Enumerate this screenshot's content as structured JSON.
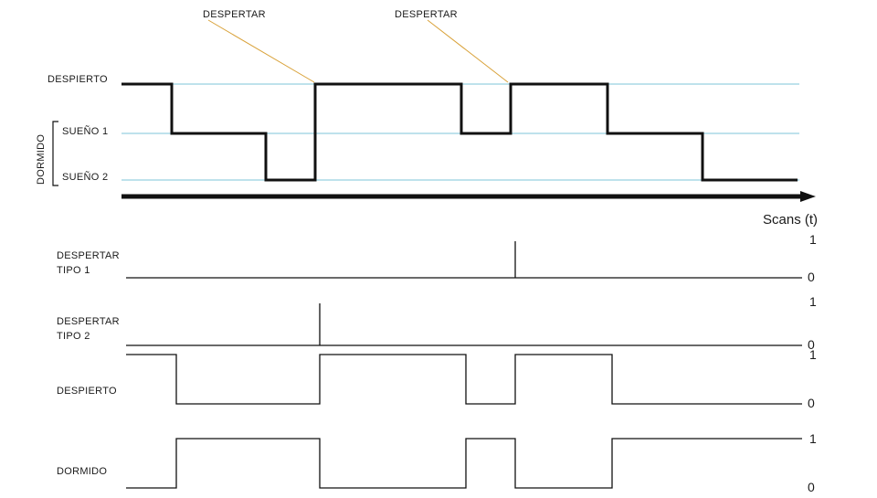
{
  "colors": {
    "level_line": "#a8d8e6",
    "annotation_line": "#d9a23a",
    "trace": "#111111",
    "axis": "#111111"
  },
  "top": {
    "annotations": [
      "DESPERTAR",
      "DESPERTAR"
    ],
    "level_labels": {
      "awake": "DESPIERTO",
      "sleep1": "SUEÑO 1",
      "sleep2": "SUEÑO 2",
      "group": "DORMIDO"
    },
    "axis_title": "Scans (t)",
    "state_sequence": [
      {
        "from": 0,
        "to": 55,
        "level": "awake"
      },
      {
        "from": 55,
        "to": 158,
        "level": "sleep1"
      },
      {
        "from": 158,
        "to": 212,
        "level": "sleep2"
      },
      {
        "from": 212,
        "to": 372,
        "level": "awake"
      },
      {
        "from": 372,
        "to": 426,
        "level": "sleep1"
      },
      {
        "from": 426,
        "to": 532,
        "level": "awake"
      },
      {
        "from": 532,
        "to": 636,
        "level": "sleep1"
      },
      {
        "from": 636,
        "to": 740,
        "level": "sleep2"
      }
    ]
  },
  "bottom": {
    "traces": [
      {
        "name": "despertar-tipo-1",
        "label_lines": [
          "DESPERTAR",
          "TIPO 1"
        ],
        "high_label": "1",
        "low_label": "0",
        "kind": "impulse",
        "impulses": [
          426
        ]
      },
      {
        "name": "despertar-tipo-2",
        "label_lines": [
          "DESPERTAR",
          "TIPO 2"
        ],
        "high_label": "1",
        "low_label": "0",
        "kind": "impulse",
        "impulses": [
          212
        ]
      },
      {
        "name": "despierto",
        "label_lines": [
          "DESPIERTO"
        ],
        "high_label": "1",
        "low_label": "0",
        "kind": "square",
        "segments": [
          {
            "from": 0,
            "to": 55,
            "value": 1
          },
          {
            "from": 55,
            "to": 212,
            "value": 0
          },
          {
            "from": 212,
            "to": 372,
            "value": 1
          },
          {
            "from": 372,
            "to": 426,
            "value": 0
          },
          {
            "from": 426,
            "to": 532,
            "value": 1
          },
          {
            "from": 532,
            "to": 740,
            "value": 0
          }
        ]
      },
      {
        "name": "dormido",
        "label_lines": [
          "DORMIDO"
        ],
        "high_label": "1",
        "low_label": "0",
        "kind": "square",
        "segments": [
          {
            "from": 0,
            "to": 55,
            "value": 0
          },
          {
            "from": 55,
            "to": 212,
            "value": 1
          },
          {
            "from": 212,
            "to": 372,
            "value": 0
          },
          {
            "from": 372,
            "to": 426,
            "value": 1
          },
          {
            "from": 426,
            "to": 532,
            "value": 0
          },
          {
            "from": 532,
            "to": 740,
            "value": 1
          }
        ]
      }
    ]
  }
}
